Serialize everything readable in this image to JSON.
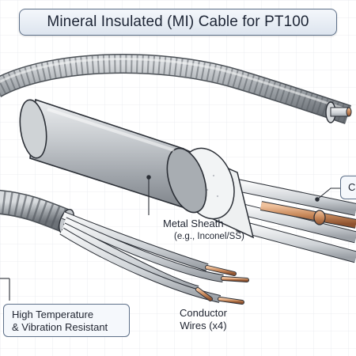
{
  "title": "Mineral Insulated (MI) Cable for PT100",
  "callouts": {
    "metal_sheath": "Metal Sheath",
    "metal_sheath_example": "(e.g., Inconel/SS)",
    "resistance_line1": "High Temperature",
    "resistance_line2": "& Vibration Resistant",
    "conductor_line1": "Conductor",
    "conductor_line2": "Wires (x4)",
    "cut_off_label": "C"
  },
  "colors": {
    "sheath": "#b9bdc2",
    "insulation": "#eef0f1",
    "copper": "#c98a5c",
    "outline": "#2b2f36",
    "accent": "#5d6f88"
  }
}
